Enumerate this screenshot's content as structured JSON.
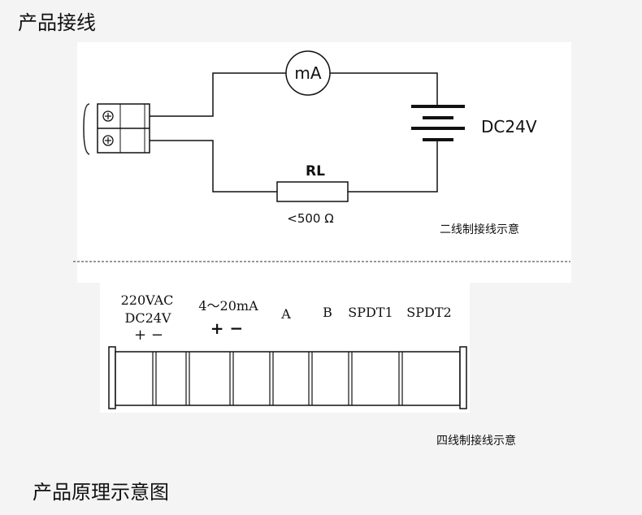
{
  "page_title": "产品接线",
  "bottom_title": "产品原理示意图",
  "two_wire": {
    "meter_label": "mA",
    "supply_label": "DC24V",
    "resistor_label": "RL",
    "resistor_value": "<500 Ω",
    "caption": "二线制接线示意"
  },
  "four_wire": {
    "terminals": [
      {
        "label_line1": "220VAC",
        "label_line2": "DC24V",
        "polarity": "+   −"
      },
      {
        "label_line1": "4～20mA",
        "polarity": "+   −"
      },
      {
        "label_line1": "A"
      },
      {
        "label_line1": "B"
      },
      {
        "label_line1": "SPDT1"
      },
      {
        "label_line1": "SPDT2"
      }
    ],
    "caption": "四线制接线示意"
  }
}
